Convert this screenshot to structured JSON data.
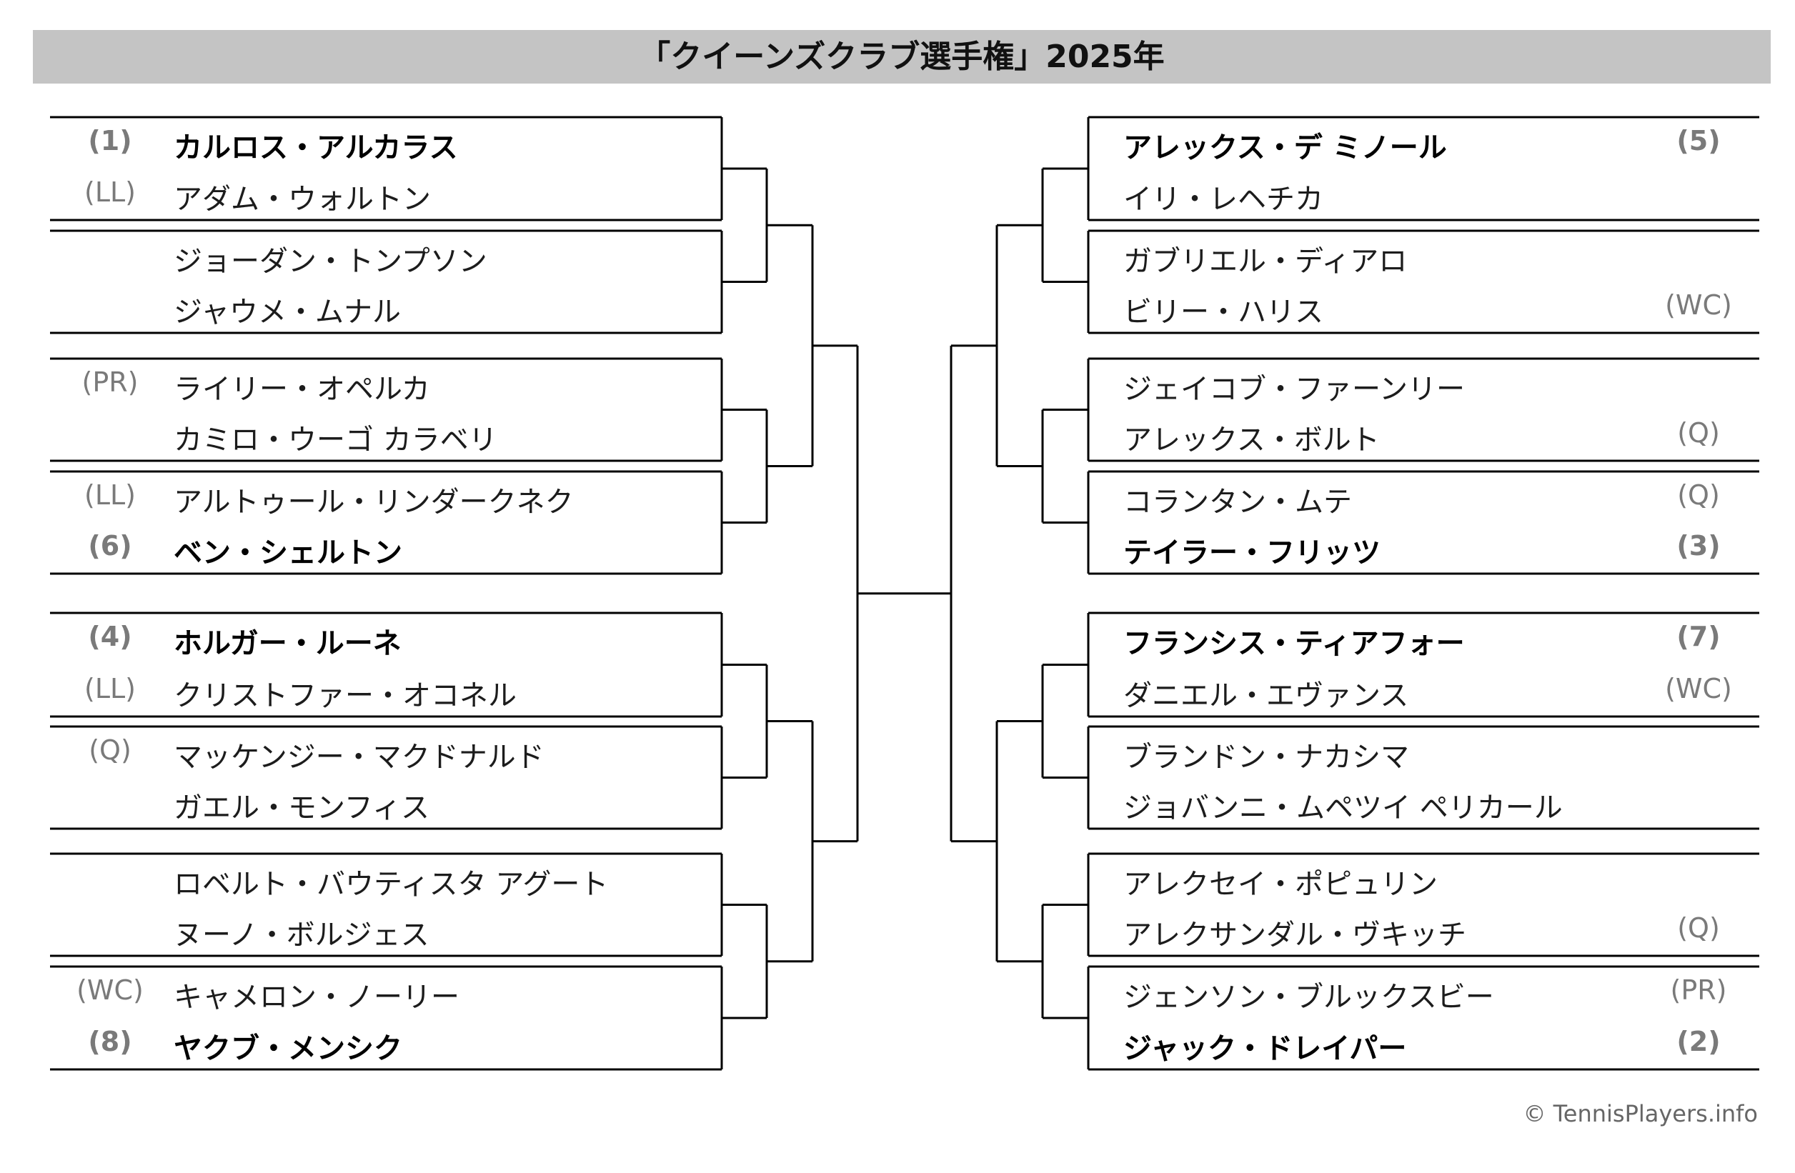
{
  "title": "「クイーンズクラブ選手権」2025年",
  "copyright": "© TennisPlayers.info",
  "left_matches": [
    [
      {
        "tag": "(1)",
        "name": "カルロス・アルカラス",
        "bold": true
      },
      {
        "tag": "(LL)",
        "name": "アダム・ウォルトン",
        "bold": false
      }
    ],
    [
      {
        "tag": "",
        "name": "ジョーダン・トンプソン",
        "bold": false
      },
      {
        "tag": "",
        "name": "ジャウメ・ムナル",
        "bold": false
      }
    ],
    [
      {
        "tag": "(PR)",
        "name": "ライリー・オペルカ",
        "bold": false
      },
      {
        "tag": "",
        "name": "カミロ・ウーゴ カラベリ",
        "bold": false
      }
    ],
    [
      {
        "tag": "(LL)",
        "name": "アルトゥール・リンダークネク",
        "bold": false
      },
      {
        "tag": "(6)",
        "name": "ベン・シェルトン",
        "bold": true
      }
    ],
    [
      {
        "tag": "(4)",
        "name": "ホルガー・ルーネ",
        "bold": true
      },
      {
        "tag": "(LL)",
        "name": "クリストファー・オコネル",
        "bold": false
      }
    ],
    [
      {
        "tag": "(Q)",
        "name": "マッケンジー・マクドナルド",
        "bold": false
      },
      {
        "tag": "",
        "name": "ガエル・モンフィス",
        "bold": false
      }
    ],
    [
      {
        "tag": "",
        "name": "ロベルト・バウティスタ アグート",
        "bold": false
      },
      {
        "tag": "",
        "name": "ヌーノ・ボルジェス",
        "bold": false
      }
    ],
    [
      {
        "tag": "(WC)",
        "name": "キャメロン・ノーリー",
        "bold": false
      },
      {
        "tag": "(8)",
        "name": "ヤクブ・メンシク",
        "bold": true
      }
    ]
  ],
  "right_matches": [
    [
      {
        "tag": "(5)",
        "name": "アレックス・デ ミノール",
        "bold": true
      },
      {
        "tag": "",
        "name": "イリ・レヘチカ",
        "bold": false
      }
    ],
    [
      {
        "tag": "",
        "name": "ガブリエル・ディアロ",
        "bold": false
      },
      {
        "tag": "(WC)",
        "name": "ビリー・ハリス",
        "bold": false
      }
    ],
    [
      {
        "tag": "",
        "name": "ジェイコブ・ファーンリー",
        "bold": false
      },
      {
        "tag": "(Q)",
        "name": "アレックス・ボルト",
        "bold": false
      }
    ],
    [
      {
        "tag": "(Q)",
        "name": "コランタン・ムテ",
        "bold": false
      },
      {
        "tag": "(3)",
        "name": "テイラー・フリッツ",
        "bold": true
      }
    ],
    [
      {
        "tag": "(7)",
        "name": "フランシス・ティアフォー",
        "bold": true
      },
      {
        "tag": "(WC)",
        "name": "ダニエル・エヴァンス",
        "bold": false
      }
    ],
    [
      {
        "tag": "",
        "name": "ブランドン・ナカシマ",
        "bold": false
      },
      {
        "tag": "",
        "name": "ジョバンニ・ムペツイ ペリカール",
        "bold": false
      }
    ],
    [
      {
        "tag": "",
        "name": "アレクセイ・ポピュリン",
        "bold": false
      },
      {
        "tag": "(Q)",
        "name": "アレクサンダル・ヴキッチ",
        "bold": false
      }
    ],
    [
      {
        "tag": "(PR)",
        "name": "ジェンソン・ブルックスビー",
        "bold": false
      },
      {
        "tag": "(2)",
        "name": "ジャック・ドレイパー",
        "bold": true
      }
    ]
  ]
}
